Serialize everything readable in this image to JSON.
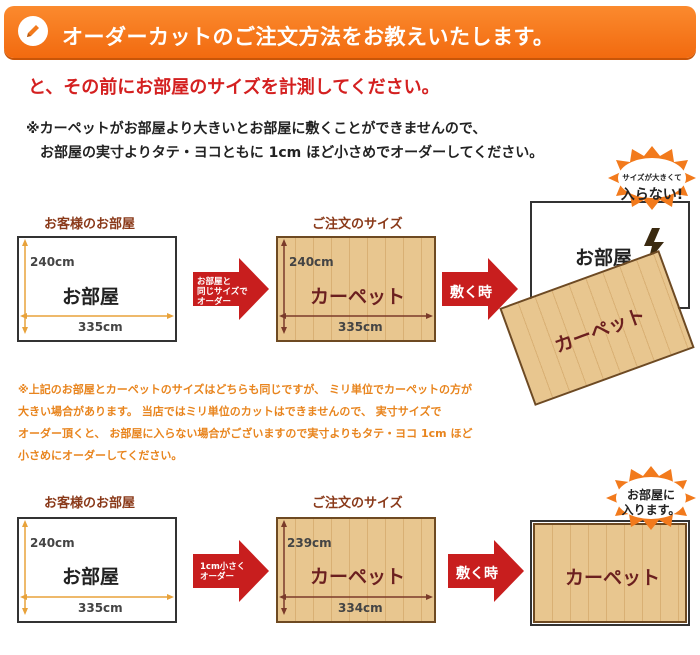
{
  "header": {
    "title": "オーダーカットのご注文方法をお教えいたします。",
    "icon": "pen-icon",
    "color": "#f27a1c"
  },
  "subtitle": "と、その前にお部屋のサイズを計測してください。",
  "note1": {
    "line1": "※カーペットがお部屋より大きいとお部屋に敷くことができませんので、",
    "line2": "お部屋の実寸よりタテ・ヨコともに 1cm ほど小さめでオーダーしてください。"
  },
  "example1": {
    "room_caption": "お客様のお部屋",
    "room_label": "お部屋",
    "room_h": "240cm",
    "room_w": "335cm",
    "arrow1_text": "お部屋と\n同じサイズで\nオーダー",
    "order_caption": "ご注文のサイズ",
    "carpet_label": "カーペット",
    "carpet_h": "240cm",
    "carpet_w": "335cm",
    "arrow2_text": "敷く時",
    "result_room_label": "お部屋",
    "result_carpet_label": "カーペット",
    "burst_line1": "サイズが大きくて",
    "burst_line2": "入らない!"
  },
  "note2": {
    "lines": [
      "※上記のお部屋とカーペットのサイズはどちらも同じですが、 ミリ単位でカーペットの方が",
      "大きい場合があります。 当店ではミリ単位のカットはできませんので、 実寸サイズで",
      "オーダー頂くと、 お部屋に入らない場合がございますので実寸よりもタテ・ヨコ 1cm ほど",
      "小さめにオーダーしてください。"
    ]
  },
  "example2": {
    "room_caption": "お客様のお部屋",
    "room_label": "お部屋",
    "room_h": "240cm",
    "room_w": "335cm",
    "arrow1_text": "1cm小さく\nオーダー",
    "order_caption": "ご注文のサイズ",
    "carpet_label": "カーペット",
    "carpet_h": "239cm",
    "carpet_w": "334cm",
    "arrow2_text": "敷く時",
    "result_carpet_label": "カーペット",
    "burst_line1": "お部屋に",
    "burst_line2": "入ります。"
  },
  "colors": {
    "accent_red": "#c81e1e",
    "dimension_orange": "#e8a23a",
    "wood": "#e8c68f"
  }
}
